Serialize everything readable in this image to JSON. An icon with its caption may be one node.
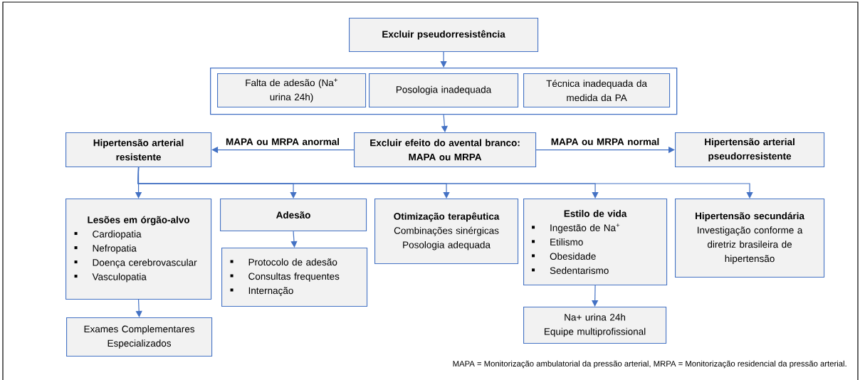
{
  "diagram": {
    "caption": "MAPA = Monitorização ambulatorial da pressão arterial, MRPA = Monitorização residencial da pressão arterial.",
    "nodes": [
      {
        "text": [
          "Excluir pseudorresistência"
        ]
      },
      {
        "text": [],
        "shape": "box"
      },
      {
        "text": [
          "Falta de adesão (Na$^{+}$ urina 24h)"
        ],
        "in": 1
      },
      {
        "text": [
          "Posologia inadequada"
        ],
        "in": 1
      },
      {
        "text": [
          "Técnica inadequada da medida da PA"
        ],
        "in": 1
      },
      {
        "text": [
          "Hipertensão arterial resistente"
        ]
      },
      {
        "text": [
          "Excluir efeito do avental branco: MAPA ou MRPA"
        ]
      },
      {
        "text": [
          "Hipertensão arterial pseudorresistente"
        ]
      },
      {
        "text": [
          "Lesões em órgão-alvo",
          "Cardiopatia",
          "Nefropatia",
          "Doença cerebrovascular",
          "Vasculopatia"
        ]
      },
      {
        "text": [
          "Adesão"
        ]
      },
      {
        "text": [
          "Protocolo de adesão",
          "Consultas frequentes",
          "Internação"
        ]
      },
      {
        "text": [
          "Otimização terapêutica",
          "Combinações sinérgicas",
          "Posologia adequada"
        ]
      },
      {
        "text": [
          "Estilo de vida",
          "Ingestão de Na$^{+}$",
          "Etilismo",
          "Obesidade",
          "Sedentarismo"
        ]
      },
      {
        "text": [
          "Hipertensão secundária",
          "Investigação conforme a diretriz brasileira de hipertensão"
        ]
      },
      {
        "text": [
          "Exames Complementares Especializados"
        ]
      },
      {
        "text": [
          "Na+ urina 24h",
          "Equipe multiprofissional"
        ]
      }
    ],
    "edges": [
      {
        "from": 0,
        "to": 1,
        "arrow": "to"
      },
      {
        "from": 1,
        "to": 6,
        "arrow": "to"
      },
      {
        "from": 6,
        "to": 5,
        "arrow": "to",
        "label": "MAPA ou MRPA anormal"
      },
      {
        "from": 6,
        "to": 7,
        "arrow": "to",
        "label": "MAPA ou MRPA normal"
      },
      {
        "from": 5,
        "to": 8,
        "arrow": "to"
      },
      {
        "from": 5,
        "to": 9,
        "arrow": "to"
      },
      {
        "from": 5,
        "to": 11,
        "arrow": "to"
      },
      {
        "from": 5,
        "to": 12,
        "arrow": "to"
      },
      {
        "from": 5,
        "to": 13,
        "arrow": "to"
      },
      {
        "from": 8,
        "to": 14,
        "arrow": "to"
      },
      {
        "from": 9,
        "to": 10,
        "arrow": "to"
      },
      {
        "from": 12,
        "to": 15,
        "arrow": "to"
      }
    ]
  }
}
